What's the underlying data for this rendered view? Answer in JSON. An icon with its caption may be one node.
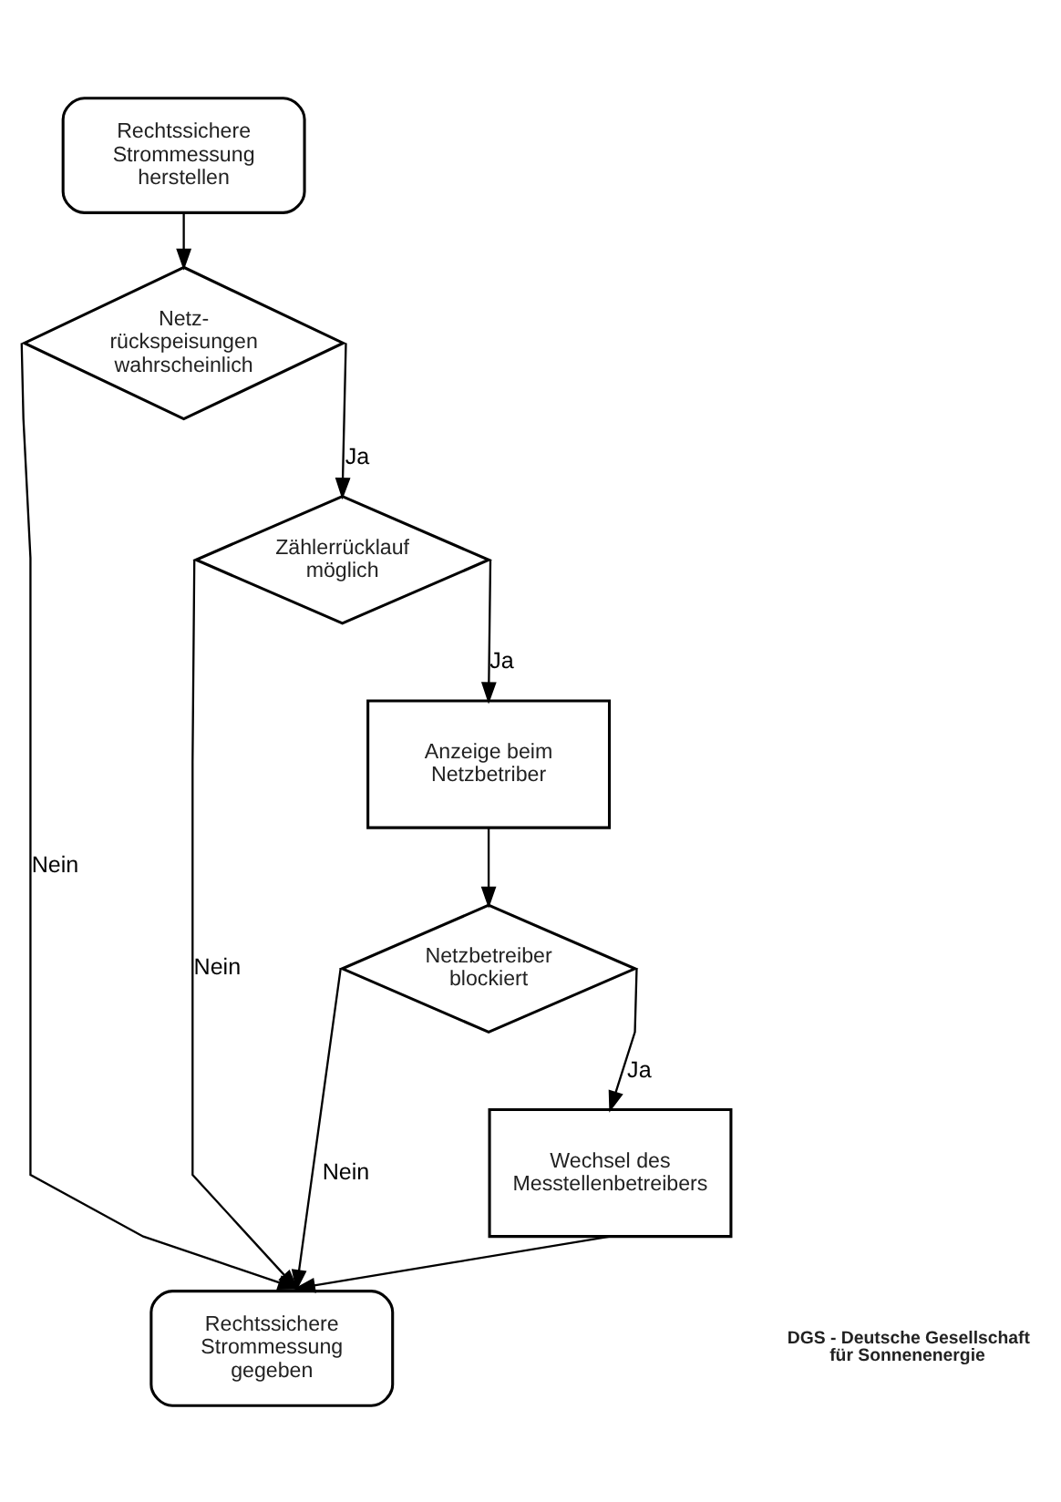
{
  "diagram": {
    "nodes": [
      {
        "text": [
          "Rechtssichere Strommessung herstellen"
        ]
      },
      {
        "text": [
          "Netz-rückspeisungen wahrscheinlich"
        ]
      },
      {
        "text": [
          "Zählerrücklauf möglich"
        ]
      },
      {
        "text": [
          "Anzeige beim Netzbetriber"
        ]
      },
      {
        "text": [
          "Netzbetreiber blockiert"
        ]
      },
      {
        "text": [
          "Wechsel des Messtellenbetreibers"
        ]
      },
      {
        "text": [
          "Rechtssichere Strommessung gegeben"
        ]
      }
    ],
    "edges": [
      {
        "from": 0,
        "to": 1,
        "arrow": "to"
      },
      {
        "from": 1,
        "to": 2,
        "arrow": "to",
        "label": "Ja"
      },
      {
        "from": 1,
        "to": 6,
        "arrow": "to",
        "label": "Nein"
      },
      {
        "from": 2,
        "to": 3,
        "arrow": "to",
        "label": "Ja"
      },
      {
        "from": 2,
        "to": 6,
        "arrow": "to",
        "label": "Nein"
      },
      {
        "from": 3,
        "to": 4,
        "arrow": "to"
      },
      {
        "from": 4,
        "to": 5,
        "arrow": "to",
        "label": "Ja"
      },
      {
        "from": 4,
        "to": 6,
        "arrow": "to",
        "label": "Nein"
      },
      {
        "from": 5,
        "to": 6,
        "arrow": "to"
      }
    ],
    "labels": [
      "DGS - Deutsche Gesellschaft für Sonnenenergie"
    ]
  }
}
